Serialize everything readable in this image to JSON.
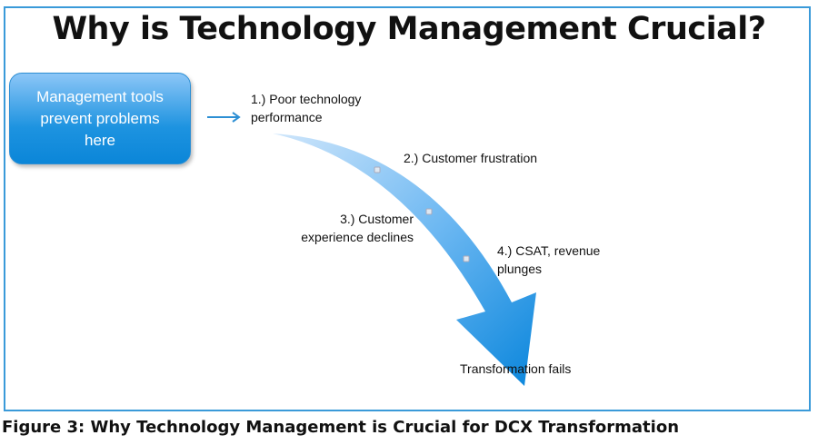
{
  "title": "Why is Technology Management Crucial?",
  "box_text": "Management tools prevent problems here",
  "steps": {
    "s1": "1.) Poor technology performance",
    "s2": "2.) Customer frustration",
    "s3": "3.) Customer experience declines",
    "s4": "4.) CSAT, revenue plunges",
    "end": "Transformation fails"
  },
  "caption": "Figure 3: Why Technology Management is Crucial for DCX Transformation",
  "colors": {
    "frame": "#3a9ad9",
    "accent": "#1d93e0"
  }
}
